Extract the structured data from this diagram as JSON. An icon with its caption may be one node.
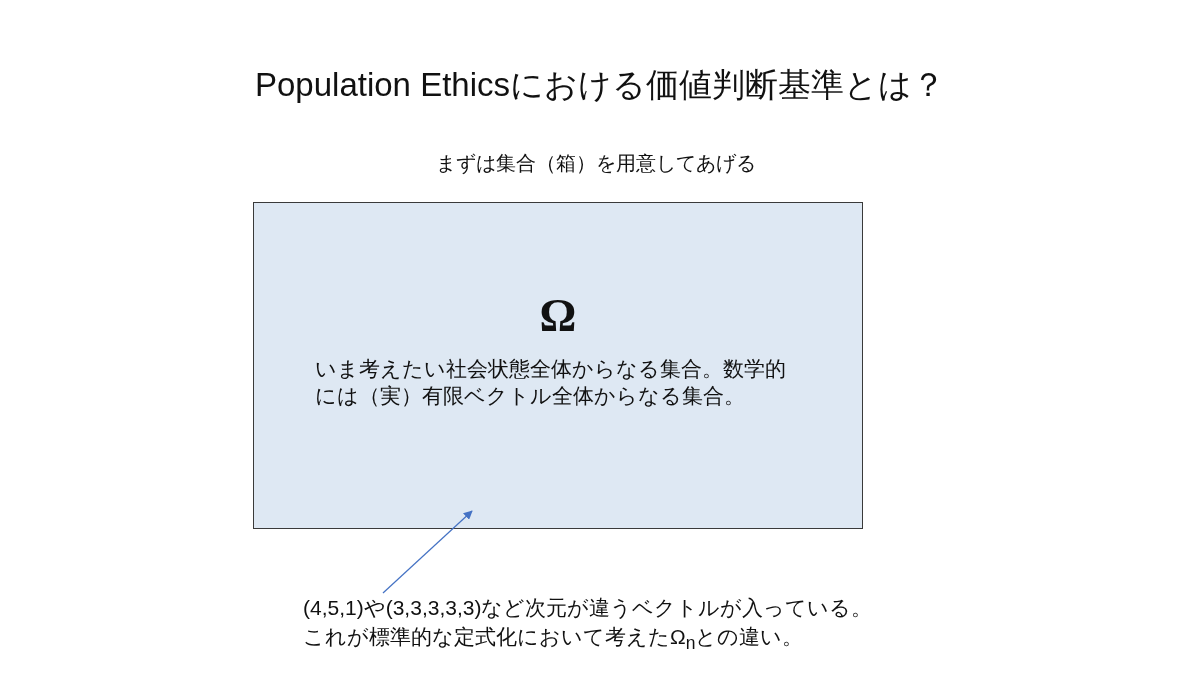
{
  "diagram": {
    "title": "Population Ethicsにおける価値判断基準とは？",
    "nodes": [
      {
        "text": [
          "Ω",
          "いま考えたい社会状態全体からなる集合。数学的には（実）有限ベクトル全体からなる集合。"
        ]
      },
      {
        "text": [
          "(4,5,1)や(3,3,3,3,3)など次元が違うベクトルが入っている。これが標準的な定式化において考えたΩ$_{n}$との違い。"
        ]
      }
    ],
    "edges": [
      {
        "from": 1,
        "to": 0,
        "arrow": "to",
        "color": "#4472c4"
      }
    ],
    "labels": [
      "まずは集合（箱）を用意してあげる"
    ]
  }
}
